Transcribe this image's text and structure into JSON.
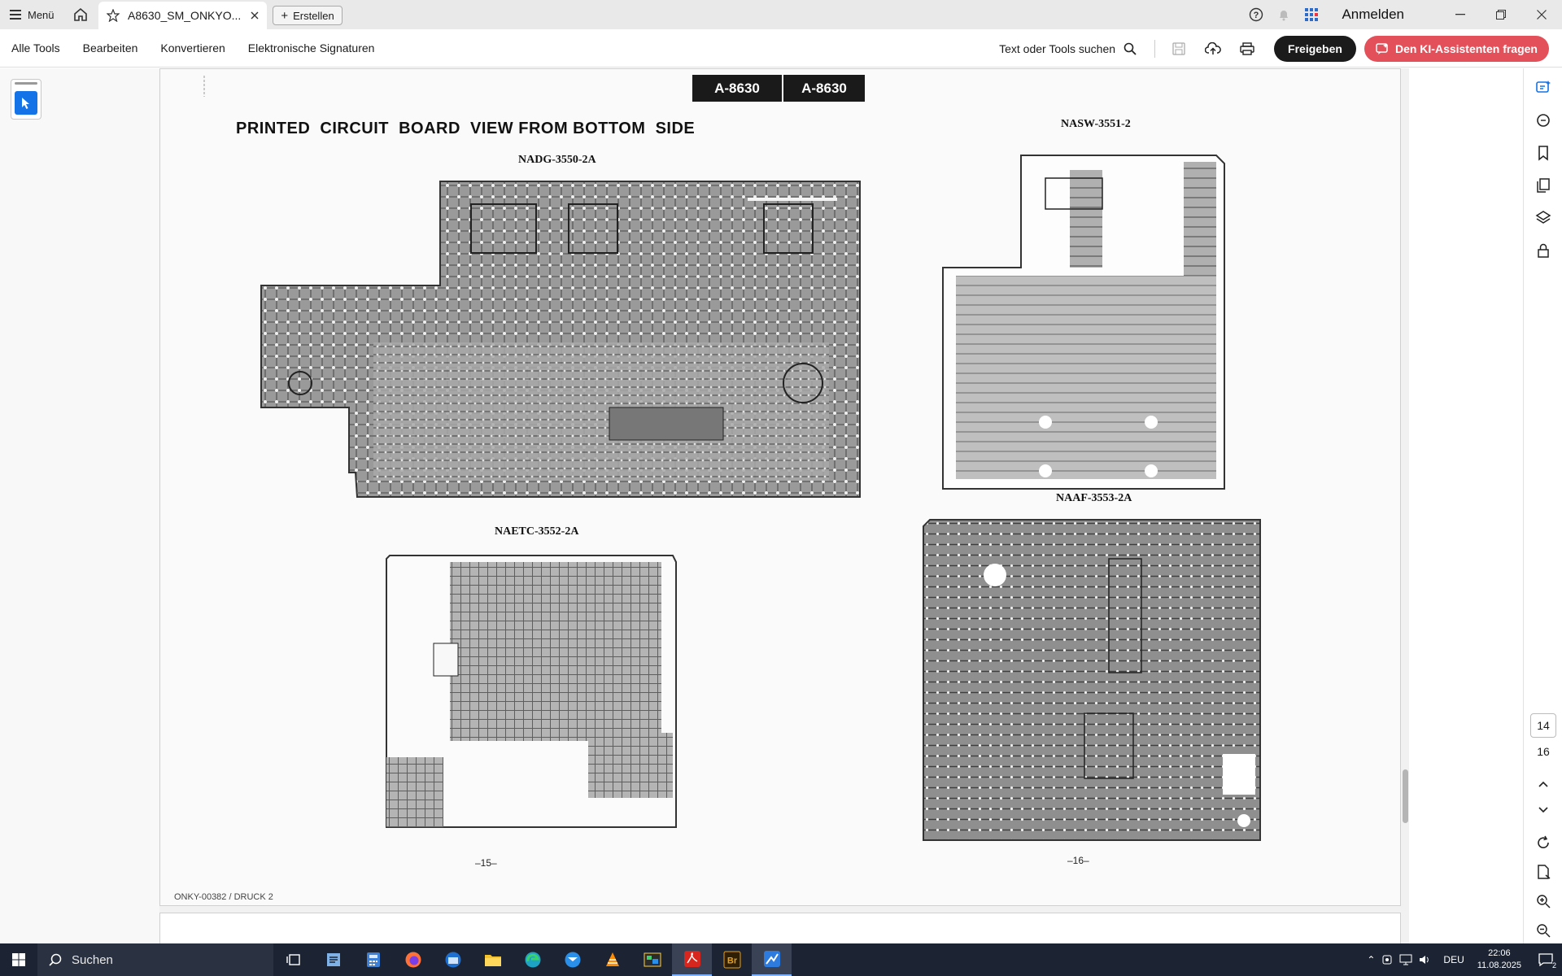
{
  "titlebar": {
    "menu_label": "Menü",
    "tab_title": "A8630_SM_ONKYO...",
    "new_tab_label": "Erstellen",
    "signin_label": "Anmelden"
  },
  "toolbar": {
    "items": [
      "Alle Tools",
      "Bearbeiten",
      "Konvertieren",
      "Elektronische Signaturen"
    ],
    "search_label": "Text oder Tools suchen",
    "share_label": "Freigeben",
    "ai_label": "Den KI-Assistenten fragen"
  },
  "document": {
    "model_left": "A-8630",
    "model_right": "A-8630",
    "heading": "PRINTED  CIRCUIT  BOARD  VIEW FROM BOTTOM  SIDE",
    "boards": {
      "nadg": "NADG-3550-2A",
      "nasw": "NASW-3551-2",
      "naetc": "NAETC-3552-2A",
      "naaf": "NAAF-3553-2A"
    },
    "page_left": "–15–",
    "page_right": "–16–",
    "footer": "ONKY-00382 / DRUCK 2"
  },
  "right_rail": {
    "current_page": "14",
    "total_pages": "16"
  },
  "taskbar": {
    "search_label": "Suchen",
    "language": "DEU",
    "time": "22:06",
    "date": "11.08.2025",
    "notif_count": "2"
  },
  "colors": {
    "accent_blue": "#1473e6",
    "ai_button": "#e4505a",
    "taskbar_bg": "#1c2433"
  }
}
